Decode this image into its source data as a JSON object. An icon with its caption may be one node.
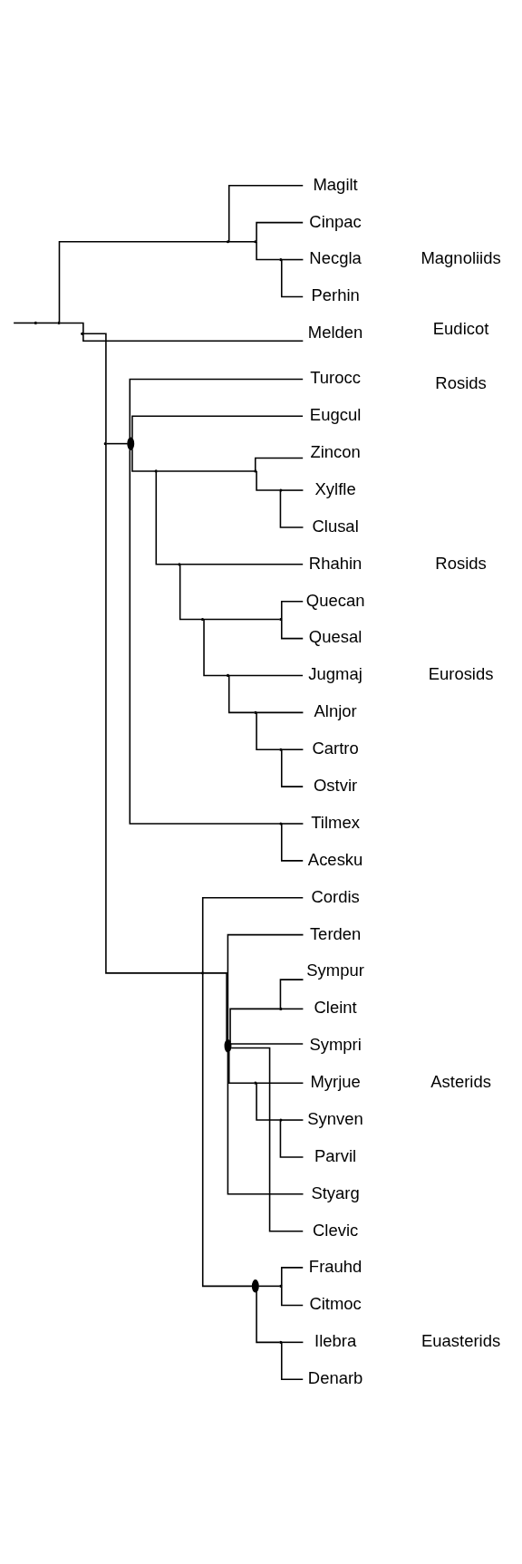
{
  "diagram": {
    "nodes": [
      {
        "text": [],
        "shape": "point"
      },
      {
        "text": [],
        "shape": "point"
      },
      {
        "text": [],
        "shape": "point"
      },
      {
        "text": [
          "Magilt"
        ]
      },
      {
        "text": [],
        "shape": "point"
      },
      {
        "text": [
          "Cinpac"
        ]
      },
      {
        "text": [],
        "shape": "point"
      },
      {
        "text": [
          "Necgla"
        ]
      },
      {
        "text": [
          "Perhin"
        ]
      },
      {
        "text": [],
        "shape": "point"
      },
      {
        "text": [
          "Melden"
        ]
      },
      {
        "text": [],
        "shape": "point"
      },
      {
        "text": [],
        "shape": "dot"
      },
      {
        "text": [
          "Turocc"
        ]
      },
      {
        "text": [
          "Eugcul"
        ]
      },
      {
        "text": [],
        "shape": "point"
      },
      {
        "text": [],
        "shape": "point"
      },
      {
        "text": [
          "Zincon"
        ]
      },
      {
        "text": [],
        "shape": "point"
      },
      {
        "text": [
          "Xylfle"
        ]
      },
      {
        "text": [
          "Clusal"
        ]
      },
      {
        "text": [],
        "shape": "point"
      },
      {
        "text": [
          "Rhahin"
        ]
      },
      {
        "text": [],
        "shape": "point"
      },
      {
        "text": [],
        "shape": "point"
      },
      {
        "text": [
          "Quecan"
        ]
      },
      {
        "text": [
          "Quesal"
        ]
      },
      {
        "text": [],
        "shape": "point"
      },
      {
        "text": [
          "Jugmaj"
        ]
      },
      {
        "text": [],
        "shape": "point"
      },
      {
        "text": [
          "Alnjor"
        ]
      },
      {
        "text": [],
        "shape": "point"
      },
      {
        "text": [
          "Cartro"
        ]
      },
      {
        "text": [
          "Ostvir"
        ]
      },
      {
        "text": [],
        "shape": "point"
      },
      {
        "text": [
          "Tilmex"
        ]
      },
      {
        "text": [
          "Acesku"
        ]
      },
      {
        "text": [],
        "shape": "point"
      },
      {
        "text": [
          "Cordis"
        ]
      },
      {
        "text": [],
        "shape": "dot"
      },
      {
        "text": [
          "Terden"
        ]
      },
      {
        "text": [],
        "shape": "point"
      },
      {
        "text": [
          "Sympur"
        ]
      },
      {
        "text": [
          "Cleint"
        ]
      },
      {
        "text": [
          "Sympri"
        ]
      },
      {
        "text": [],
        "shape": "point"
      },
      {
        "text": [
          "Myrjue"
        ]
      },
      {
        "text": [],
        "shape": "point"
      },
      {
        "text": [
          "Synven"
        ]
      },
      {
        "text": [
          "Parvil"
        ]
      },
      {
        "text": [
          "Styarg"
        ]
      },
      {
        "text": [
          "Clevic"
        ]
      },
      {
        "text": [],
        "shape": "dot"
      },
      {
        "text": [],
        "shape": "point"
      },
      {
        "text": [
          "Frauhd"
        ]
      },
      {
        "text": [
          "Citmoc"
        ]
      },
      {
        "text": [],
        "shape": "point"
      },
      {
        "text": [
          "Ilebra"
        ]
      },
      {
        "text": [
          "Denarb"
        ]
      }
    ],
    "edges": [
      {
        "from": null,
        "to": 0,
        "arrow": "none"
      },
      {
        "from": 0,
        "to": 1,
        "arrow": "none"
      },
      {
        "from": 1,
        "to": 2,
        "arrow": "none"
      },
      {
        "from": 2,
        "to": 3,
        "arrow": "none"
      },
      {
        "from": 2,
        "to": 4,
        "arrow": "none"
      },
      {
        "from": 4,
        "to": 5,
        "arrow": "none"
      },
      {
        "from": 4,
        "to": 6,
        "arrow": "none"
      },
      {
        "from": 6,
        "to": 7,
        "arrow": "none"
      },
      {
        "from": 6,
        "to": 8,
        "arrow": "none"
      },
      {
        "from": 1,
        "to": 9,
        "arrow": "none"
      },
      {
        "from": 9,
        "to": 10,
        "arrow": "none"
      },
      {
        "from": 9,
        "to": 11,
        "arrow": "none"
      },
      {
        "from": 11,
        "to": 12,
        "arrow": "none"
      },
      {
        "from": 12,
        "to": 13,
        "arrow": "none"
      },
      {
        "from": 12,
        "to": 14,
        "arrow": "none"
      },
      {
        "from": 12,
        "to": 15,
        "arrow": "none"
      },
      {
        "from": 15,
        "to": 16,
        "arrow": "none"
      },
      {
        "from": 16,
        "to": 17,
        "arrow": "none"
      },
      {
        "from": 16,
        "to": 18,
        "arrow": "none"
      },
      {
        "from": 18,
        "to": 19,
        "arrow": "none"
      },
      {
        "from": 18,
        "to": 20,
        "arrow": "none"
      },
      {
        "from": 15,
        "to": 21,
        "arrow": "none"
      },
      {
        "from": 21,
        "to": 22,
        "arrow": "none"
      },
      {
        "from": 21,
        "to": 23,
        "arrow": "none"
      },
      {
        "from": 23,
        "to": 24,
        "arrow": "none"
      },
      {
        "from": 24,
        "to": 25,
        "arrow": "none"
      },
      {
        "from": 24,
        "to": 26,
        "arrow": "none"
      },
      {
        "from": 23,
        "to": 27,
        "arrow": "none"
      },
      {
        "from": 27,
        "to": 28,
        "arrow": "none"
      },
      {
        "from": 27,
        "to": 29,
        "arrow": "none"
      },
      {
        "from": 29,
        "to": 30,
        "arrow": "none"
      },
      {
        "from": 29,
        "to": 31,
        "arrow": "none"
      },
      {
        "from": 31,
        "to": 32,
        "arrow": "none"
      },
      {
        "from": 31,
        "to": 33,
        "arrow": "none"
      },
      {
        "from": 12,
        "to": 34,
        "arrow": "none"
      },
      {
        "from": 34,
        "to": 35,
        "arrow": "none"
      },
      {
        "from": 34,
        "to": 36,
        "arrow": "none"
      },
      {
        "from": 11,
        "to": 37,
        "arrow": "none"
      },
      {
        "from": 37,
        "to": 38,
        "arrow": "none"
      },
      {
        "from": 37,
        "to": 39,
        "arrow": "none"
      },
      {
        "from": 39,
        "to": 40,
        "arrow": "none"
      },
      {
        "from": 39,
        "to": 41,
        "arrow": "none"
      },
      {
        "from": 41,
        "to": 42,
        "arrow": "none"
      },
      {
        "from": 41,
        "to": 43,
        "arrow": "none"
      },
      {
        "from": 39,
        "to": 44,
        "arrow": "none"
      },
      {
        "from": 39,
        "to": 45,
        "arrow": "none"
      },
      {
        "from": 45,
        "to": 46,
        "arrow": "none"
      },
      {
        "from": 45,
        "to": 47,
        "arrow": "none"
      },
      {
        "from": 47,
        "to": 48,
        "arrow": "none"
      },
      {
        "from": 47,
        "to": 49,
        "arrow": "none"
      },
      {
        "from": 39,
        "to": 50,
        "arrow": "none"
      },
      {
        "from": 39,
        "to": 51,
        "arrow": "none"
      },
      {
        "from": 37,
        "to": 52,
        "arrow": "none"
      },
      {
        "from": 52,
        "to": 53,
        "arrow": "none"
      },
      {
        "from": 53,
        "to": 54,
        "arrow": "none"
      },
      {
        "from": 53,
        "to": 55,
        "arrow": "none"
      },
      {
        "from": 52,
        "to": 56,
        "arrow": "none"
      },
      {
        "from": 56,
        "to": 57,
        "arrow": "none"
      },
      {
        "from": 56,
        "to": 58,
        "arrow": "none"
      }
    ],
    "labels": [
      "Magnoliids",
      "Eudicot",
      "Rosids",
      "Rosids",
      "Eurosids",
      "Asterids",
      "Euasterids"
    ]
  }
}
